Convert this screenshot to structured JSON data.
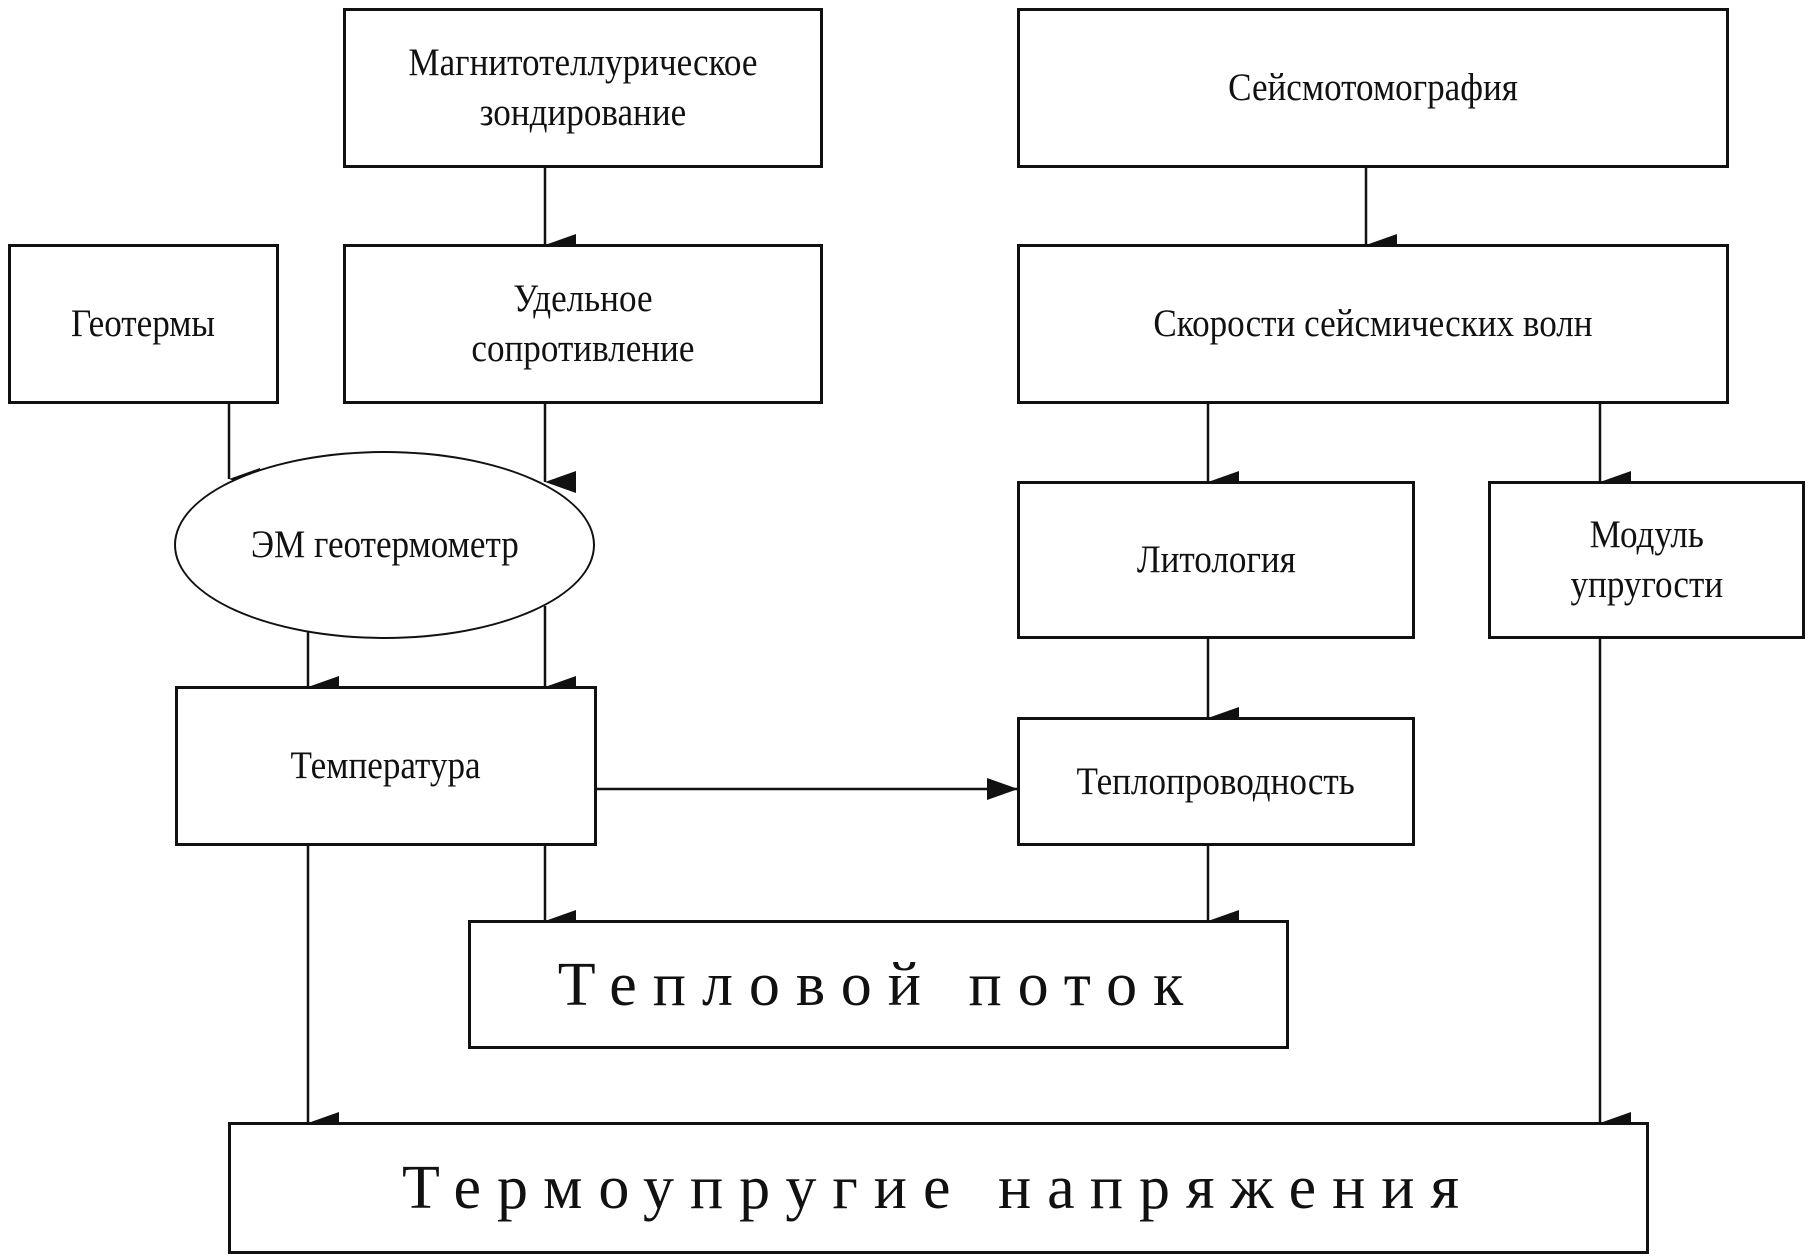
{
  "diagram": {
    "nodes": [
      {
        "id": "mt",
        "label": "Магнитотеллурическое\nзондирование",
        "shape": "rect"
      },
      {
        "id": "seismo",
        "label": "Сейсмотомография",
        "shape": "rect"
      },
      {
        "id": "geotherms",
        "label": "Геотермы",
        "shape": "rect"
      },
      {
        "id": "resistivity",
        "label": "Удельное\nсопротивление",
        "shape": "rect"
      },
      {
        "id": "velocities",
        "label": "Скорости сейсмических волн",
        "shape": "rect"
      },
      {
        "id": "em_geothermometer",
        "label": "ЭМ геотермометр",
        "shape": "ellipse"
      },
      {
        "id": "lithology",
        "label": "Литология",
        "shape": "rect"
      },
      {
        "id": "elastic_modulus",
        "label": "Модуль\nупругости",
        "shape": "rect"
      },
      {
        "id": "temperature",
        "label": "Температура",
        "shape": "rect"
      },
      {
        "id": "conductivity",
        "label": "Теплопроводность",
        "shape": "rect"
      },
      {
        "id": "heat_flow",
        "label": "Тепловой поток",
        "shape": "rect",
        "emphasis": "large"
      },
      {
        "id": "thermoelastic_stress",
        "label": "Термоупругие напряжения",
        "shape": "rect",
        "emphasis": "large"
      }
    ],
    "edges": [
      {
        "from": "mt",
        "to": "resistivity"
      },
      {
        "from": "seismo",
        "to": "velocities"
      },
      {
        "from": "geotherms",
        "to": "em_geothermometer"
      },
      {
        "from": "resistivity",
        "to": "em_geothermometer"
      },
      {
        "from": "velocities",
        "to": "lithology"
      },
      {
        "from": "velocities",
        "to": "elastic_modulus"
      },
      {
        "from": "em_geothermometer",
        "to": "temperature"
      },
      {
        "from": "em_geothermometer",
        "to": "temperature"
      },
      {
        "from": "lithology",
        "to": "conductivity"
      },
      {
        "from": "temperature",
        "to": "conductivity"
      },
      {
        "from": "temperature",
        "to": "heat_flow"
      },
      {
        "from": "conductivity",
        "to": "heat_flow"
      },
      {
        "from": "temperature",
        "to": "thermoelastic_stress"
      },
      {
        "from": "elastic_modulus",
        "to": "thermoelastic_stress"
      }
    ]
  }
}
